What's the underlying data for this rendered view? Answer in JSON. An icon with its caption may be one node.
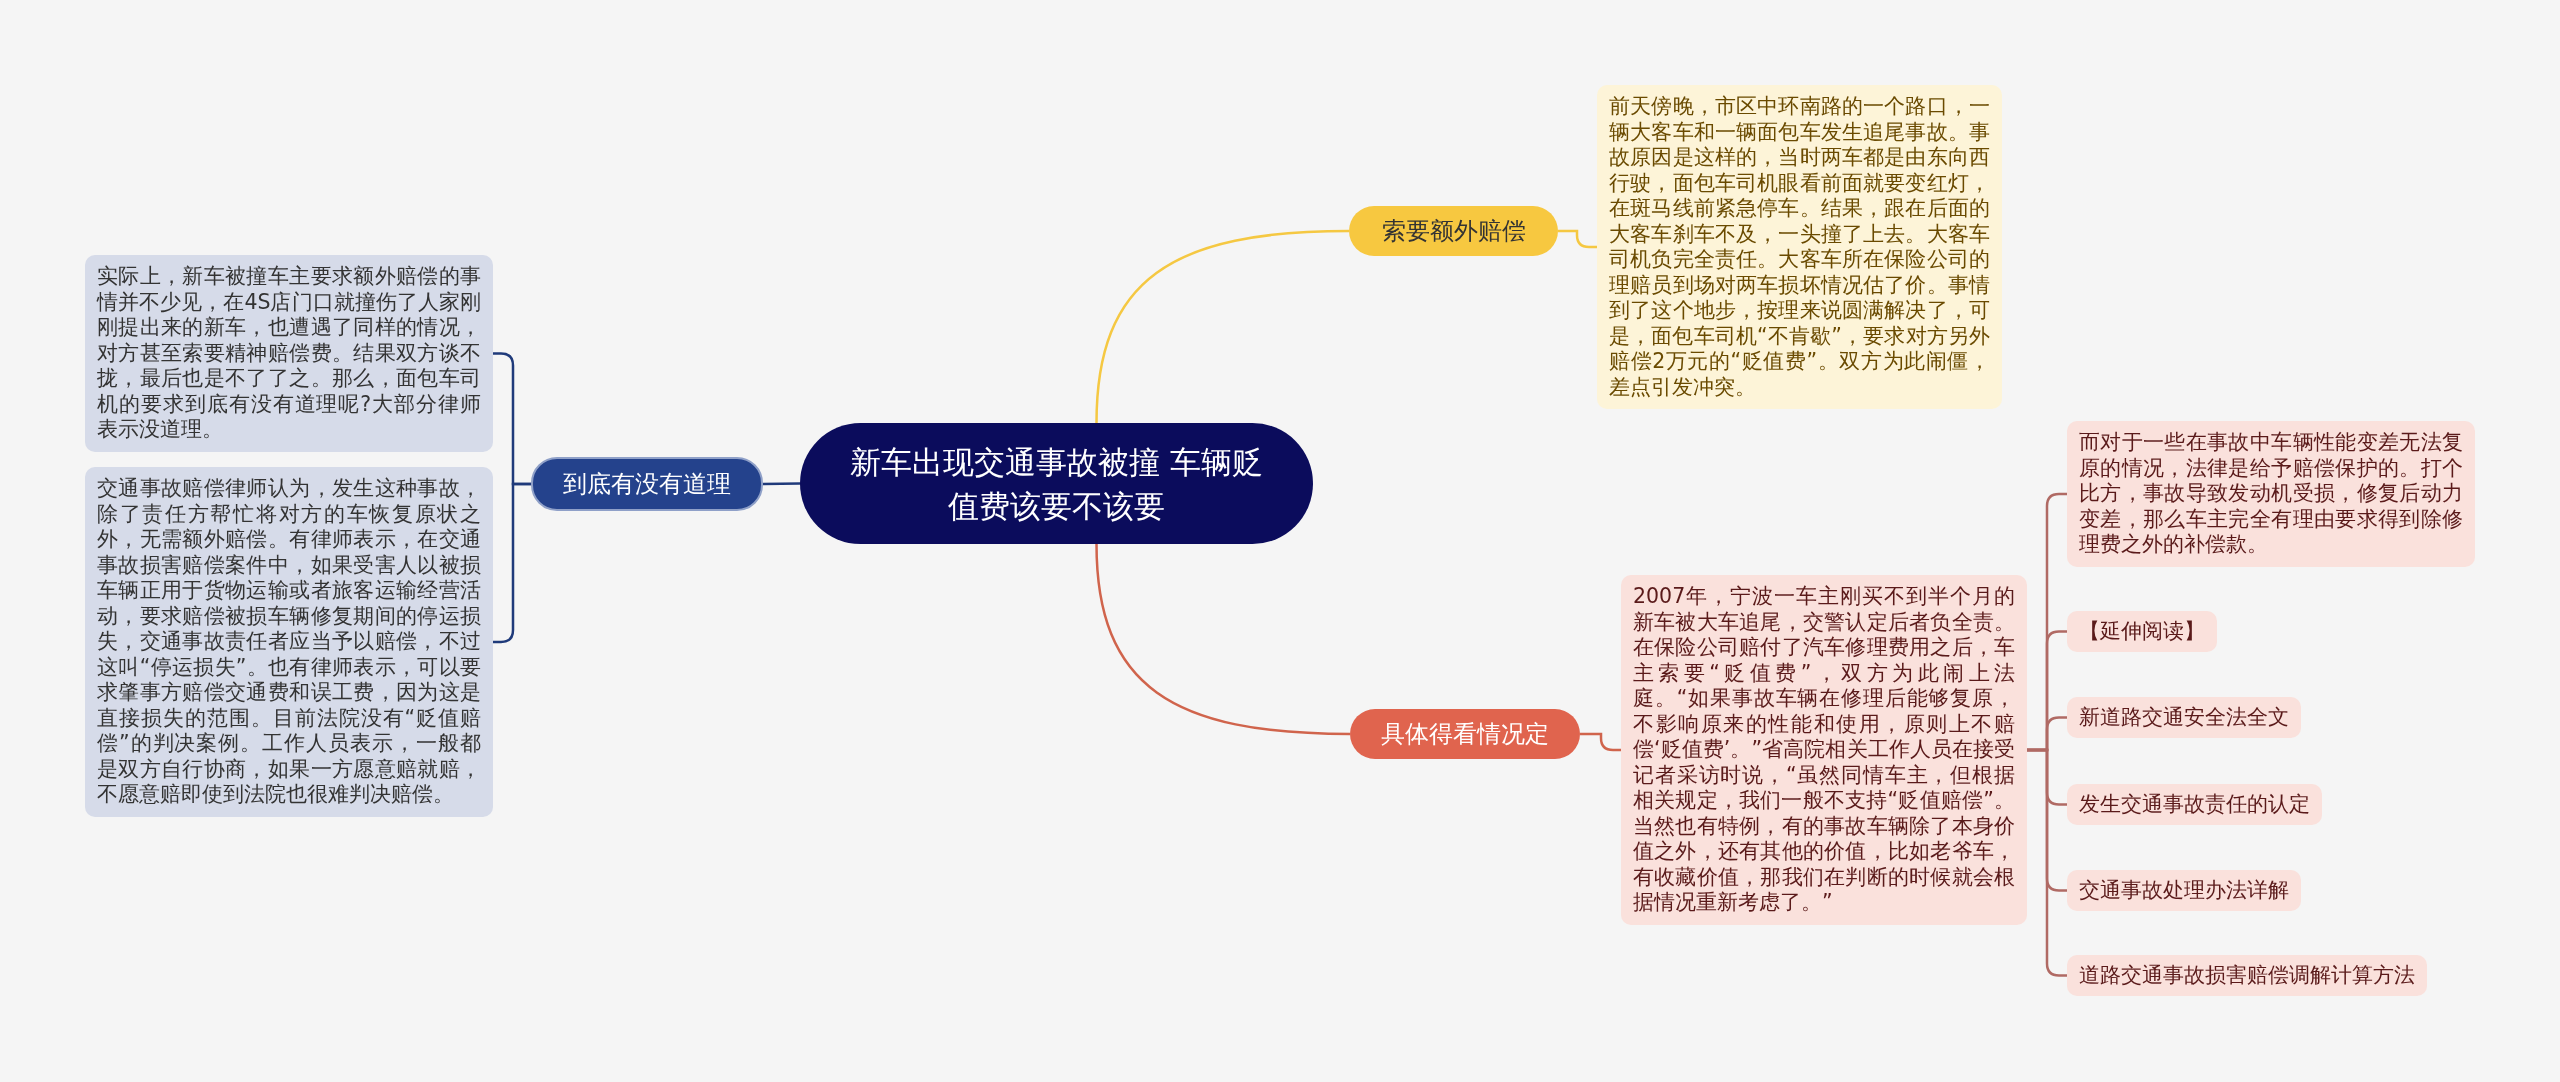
{
  "diagram": {
    "nodes": [
      {
        "text": [
          "新车出现交通事故被撞 车辆贬值费该要不该要"
        ]
      },
      {
        "text": [
          "索要额外赔偿"
        ]
      },
      {
        "text": [
          "前天傍晚，市区中环南路的一个路口，一辆大客车和一辆面包车发生追尾事故。事故原因是这样的，当时两车都是由东向西行驶，面包车司机眼看前面就要变红灯，在斑马线前紧急停车。结果，跟在后面的大客车刹车不及，一头撞了上去。大客车司机负完全责任。大客车所在保险公司的理赔员到场对两车损坏情况估了价。事情到了这个地步，按理来说圆满解决了，可是，面包车司机“不肯歇”，要求对方另外赔偿2万元的“贬值费”。双方为此闹僵，差点引发冲突。"
        ]
      },
      {
        "text": [
          "到底有没有道理"
        ]
      },
      {
        "text": [
          "实际上，新车被撞车主要求额外赔偿的事情并不少见，在4S店门口就撞伤了人家刚刚提出来的新车，也遭遇了同样的情况，对方甚至索要精神赔偿费。结果双方谈不拢，最后也是不了了之。那么，面包车司机的要求到底有没有道理呢?大部分律师表示没道理。"
        ]
      },
      {
        "text": [
          "交通事故赔偿律师认为，发生这种事故，除了责任方帮忙将对方的车恢复原状之外，无需额外赔偿。有律师表示，在交通事故损害赔偿案件中，如果受害人以被损车辆正用于货物运输或者旅客运输经营活动，要求赔偿被损车辆修复期间的停运损失，交通事故责任者应当予以赔偿，不过这叫“停运损失”。也有律师表示，可以要求肇事方赔偿交通费和误工费，因为这是直接损失的范围。目前法院没有“贬值赔偿”的判决案例。工作人员表示，一般都是双方自行协商，如果一方愿意赔就赔，不愿意赔即使到法院也很难判决赔偿。"
        ]
      },
      {
        "text": [
          "具体得看情况定"
        ]
      },
      {
        "text": [
          "2007年，宁波一车主刚买不到半个月的新车被大车追尾，交警认定后者负全责。在保险公司赔付了汽车修理费用之后，车主索要“贬值费”，双方为此闹上法庭。“如果事故车辆在修理后能够复原，不影响原来的性能和使用，原则上不赔偿‘贬值费’。”省高院相关工作人员在接受记者采访时说，“虽然同情车主，但根据相关规定，我们一般不支持“贬值赔偿”。当然也有特例，有的事故车辆除了本身价值之外，还有其他的价值，比如老爷车，有收藏价值，那我们在判断的时候就会根据情况重新考虑了。”"
        ]
      },
      {
        "text": [
          "而对于一些在事故中车辆性能变差无法复原的情况，法律是给予赔偿保护的。打个比方，事故导致发动机受损，修复后动力变差，那么车主完全有理由要求得到除修理费之外的补偿款。"
        ]
      },
      {
        "text": [
          "【延伸阅读】"
        ]
      },
      {
        "text": [
          "新道路交通安全法全文"
        ]
      },
      {
        "text": [
          "发生交通事故责任的认定"
        ]
      },
      {
        "text": [
          "交通事故处理办法详解"
        ]
      },
      {
        "text": [
          "道路交通事故损害赔偿调解计算方法"
        ]
      }
    ],
    "edges": [
      {
        "from": 0,
        "to": 1,
        "arrow": "none",
        "color": "#f5c842"
      },
      {
        "from": 1,
        "to": 2,
        "arrow": "none",
        "color": "#f5c842"
      },
      {
        "from": 0,
        "to": 3,
        "arrow": "none",
        "color": "#1f3a7a"
      },
      {
        "from": 3,
        "to": 4,
        "arrow": "none",
        "color": "#1f3a7a"
      },
      {
        "from": 3,
        "to": 5,
        "arrow": "none",
        "color": "#1f3a7a"
      },
      {
        "from": 0,
        "to": 6,
        "arrow": "none",
        "color": "#d0644c"
      },
      {
        "from": 6,
        "to": 7,
        "arrow": "none",
        "color": "#d0644c"
      },
      {
        "from": 7,
        "to": 8,
        "arrow": "none",
        "color": "#b06a64"
      },
      {
        "from": 7,
        "to": 9,
        "arrow": "none",
        "color": "#b06a64"
      },
      {
        "from": 7,
        "to": 10,
        "arrow": "none",
        "color": "#b06a64"
      },
      {
        "from": 7,
        "to": 11,
        "arrow": "none",
        "color": "#b06a64"
      },
      {
        "from": 7,
        "to": 12,
        "arrow": "none",
        "color": "#b06a64"
      },
      {
        "from": 7,
        "to": 13,
        "arrow": "none",
        "color": "#b06a64"
      }
    ]
  }
}
